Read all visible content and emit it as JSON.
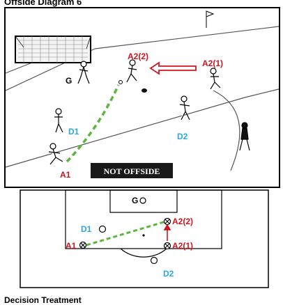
{
  "title": "Offside Diagram 6",
  "caption": "Decision Treatment",
  "colors": {
    "attacker": "#d0141e",
    "defender": "#2aa7e0",
    "pass": "#5db53e",
    "goalkeeper": "#000000",
    "banner_bg": "#1a1a1a",
    "banner_text": "#ffffff"
  },
  "illustration": {
    "labels": {
      "a2_2": "A2(2)",
      "a2_1": "A2(1)",
      "g": "G",
      "d1": "D1",
      "d2": "D2",
      "a1": "A1"
    },
    "banner": "NOT OFFSIDE"
  },
  "plan": {
    "labels": {
      "g": "G",
      "d1": "D1",
      "a2_2": "A2(2)",
      "a1": "A1",
      "a2_1": "A2(1)",
      "d2": "D2"
    }
  }
}
